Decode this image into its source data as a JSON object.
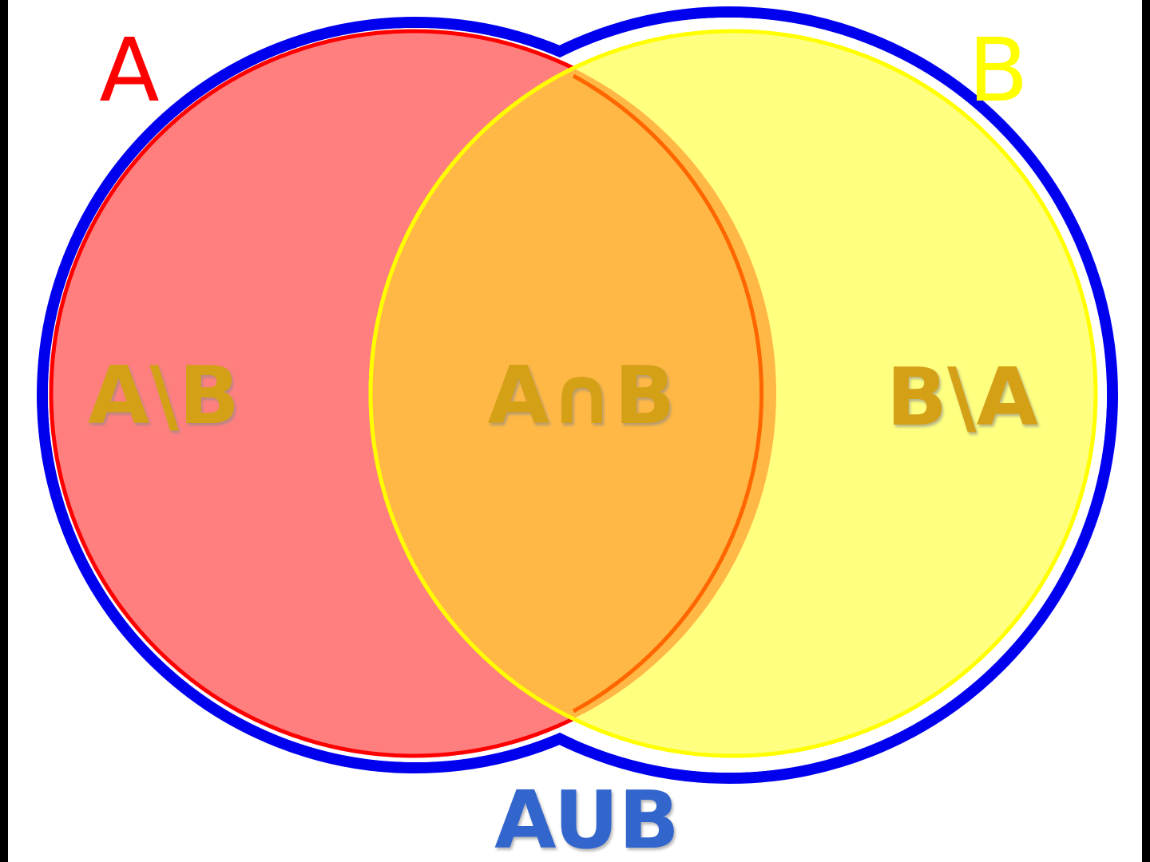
{
  "diagram": {
    "set_a": {
      "name": "A",
      "fill": "#FF7F7F",
      "stroke": "#FF0000",
      "label_color": "#FF0000"
    },
    "set_b": {
      "name": "B",
      "fill": "#FFFF80",
      "stroke": "#FFFF00",
      "label_color": "#FFFF00"
    },
    "intersection": {
      "fill": "#FFB845",
      "stroke": "#FF6600"
    },
    "union": {
      "stroke": "#0000EE"
    },
    "regions": {
      "a_minus_b": "A\\B",
      "intersection": "A∩B",
      "b_minus_a": "B\\A",
      "union": "AUB"
    },
    "colors": {
      "region_text": "#D4A017",
      "union_text": "#3366CC",
      "background": "#FFFFFF",
      "frame": "#000000"
    }
  }
}
